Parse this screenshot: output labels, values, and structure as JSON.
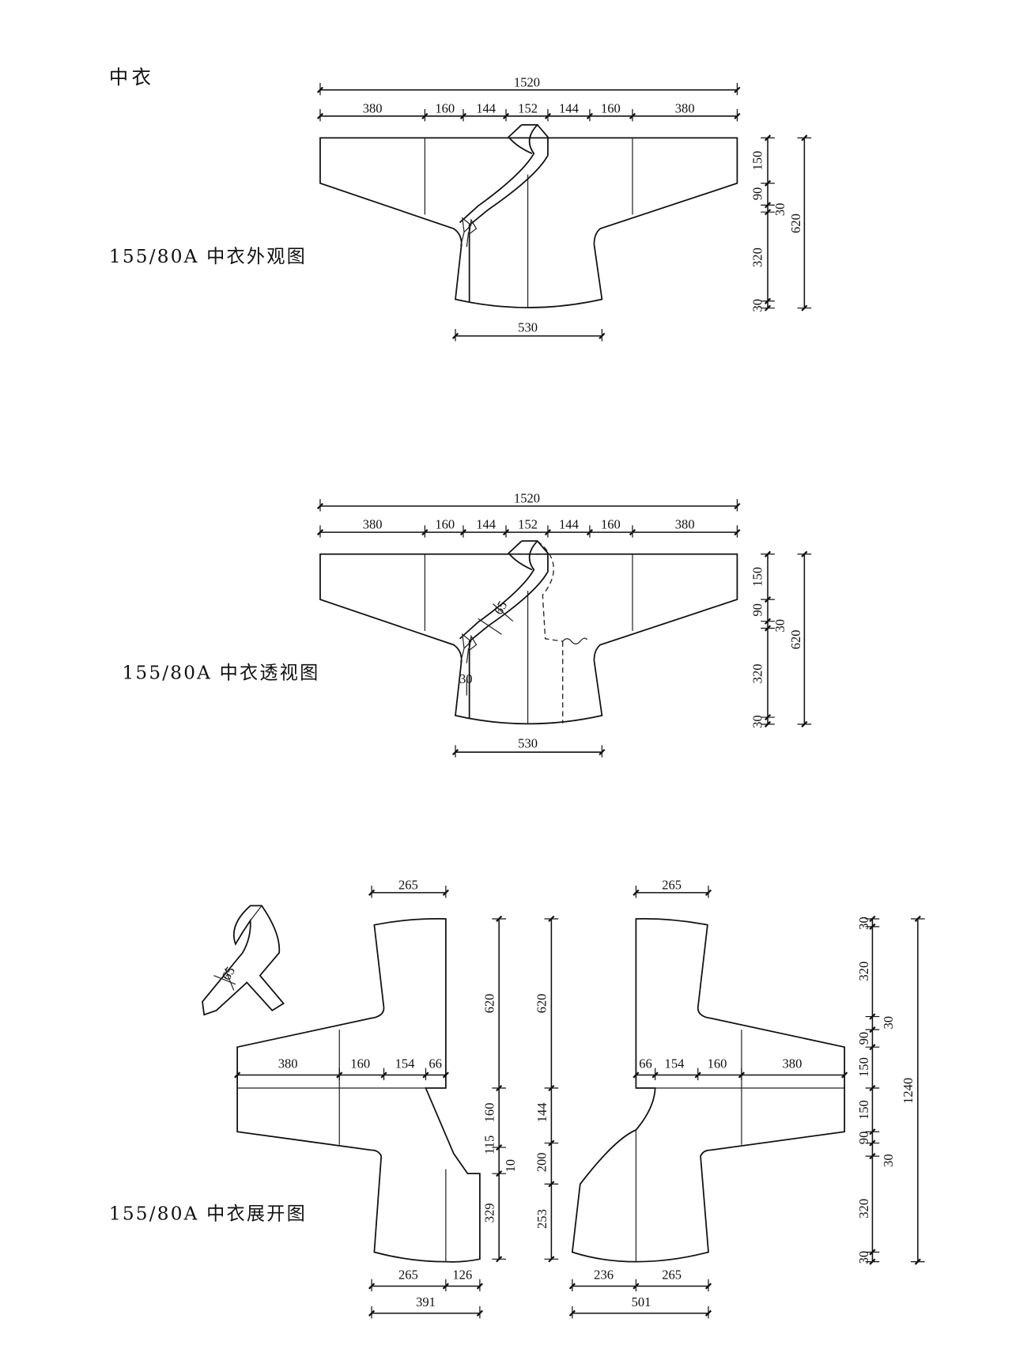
{
  "title": "中衣",
  "views": [
    {
      "caption": "155/80A 中衣外观图",
      "total_width": "1520",
      "segments": [
        "380",
        "160",
        "144",
        "152",
        "144",
        "160",
        "380"
      ],
      "heights": [
        "150",
        "90",
        "30",
        "320",
        "30"
      ],
      "total_height": "620",
      "hem": "530"
    },
    {
      "caption": "155/80A 中衣透视图",
      "total_width": "1520",
      "segments": [
        "380",
        "160",
        "144",
        "152",
        "144",
        "160",
        "380"
      ],
      "heights": [
        "150",
        "90",
        "30",
        "320",
        "30"
      ],
      "total_height": "620",
      "hem": "530",
      "tie_spacing": "30",
      "collar_width": "65"
    }
  ],
  "pattern": {
    "caption": "155/80A 中衣展开图",
    "collar_width": "65",
    "left_piece": {
      "top_width": "265",
      "segments": [
        "380",
        "160",
        "154",
        "66"
      ],
      "heights": [
        "620",
        "160",
        "115",
        "10",
        "329"
      ],
      "bottom_segments": [
        "265",
        "126"
      ],
      "bottom_total": "391"
    },
    "right_piece": {
      "top_width": "265",
      "segments": [
        "66",
        "154",
        "160",
        "380"
      ],
      "heights": [
        "620",
        "144",
        "200",
        "253"
      ],
      "bottom_segments": [
        "236",
        "265"
      ],
      "bottom_total": "501"
    },
    "side_heights": [
      "30",
      "320",
      "30",
      "90",
      "150",
      "150",
      "90",
      "30",
      "320",
      "30"
    ],
    "total_height": "1240"
  }
}
